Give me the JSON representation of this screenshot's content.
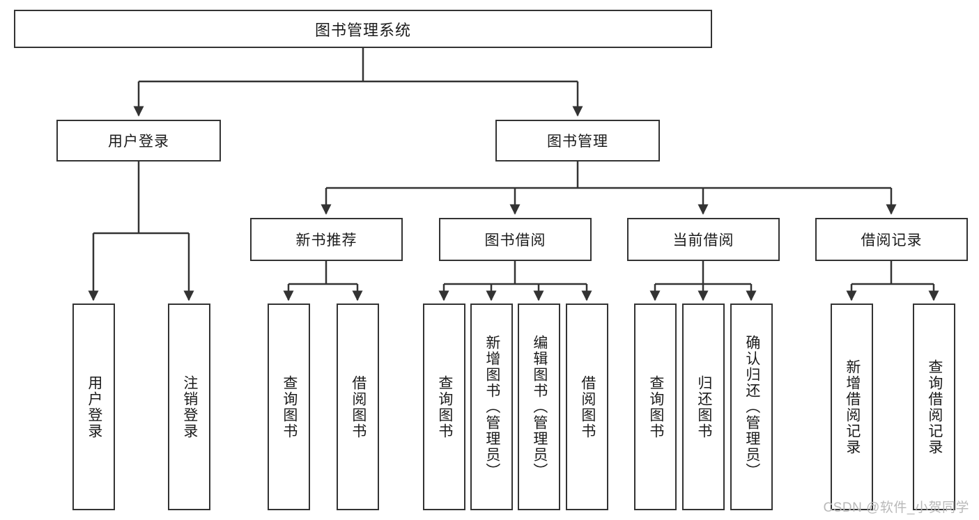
{
  "diagram": {
    "title": "图书管理系统",
    "type": "tree",
    "orientation": "top-down",
    "colors": {
      "background": "#ffffff",
      "border": "#333333",
      "text": "#1b1b1b",
      "connector": "#333333",
      "watermark": "#b9b9b9"
    },
    "root": {
      "label": "图书管理系统"
    },
    "level1": [
      {
        "label": "用户登录"
      },
      {
        "label": "图书管理"
      }
    ],
    "level2": [
      {
        "label": "新书推荐"
      },
      {
        "label": "图书借阅"
      },
      {
        "label": "当前借阅"
      },
      {
        "label": "借阅记录"
      }
    ],
    "leaves": {
      "user_login": [
        {
          "label": "用户登录"
        },
        {
          "label": "注销登录"
        }
      ],
      "new_book": [
        {
          "label": "查询图书"
        },
        {
          "label": "借阅图书"
        }
      ],
      "book_borrow": [
        {
          "label": "查询图书"
        },
        {
          "label": "新增图书（管理员）"
        },
        {
          "label": "编辑图书（管理员）"
        },
        {
          "label": "借阅图书"
        }
      ],
      "current_borrow": [
        {
          "label": "查询图书"
        },
        {
          "label": "归还图书"
        },
        {
          "label": "确认归还（管理员）"
        }
      ],
      "borrow_record": [
        {
          "label": "新增借阅记录"
        },
        {
          "label": "查询借阅记录"
        }
      ]
    }
  },
  "watermark": {
    "text": "CSDN @软件_小贺同学"
  }
}
